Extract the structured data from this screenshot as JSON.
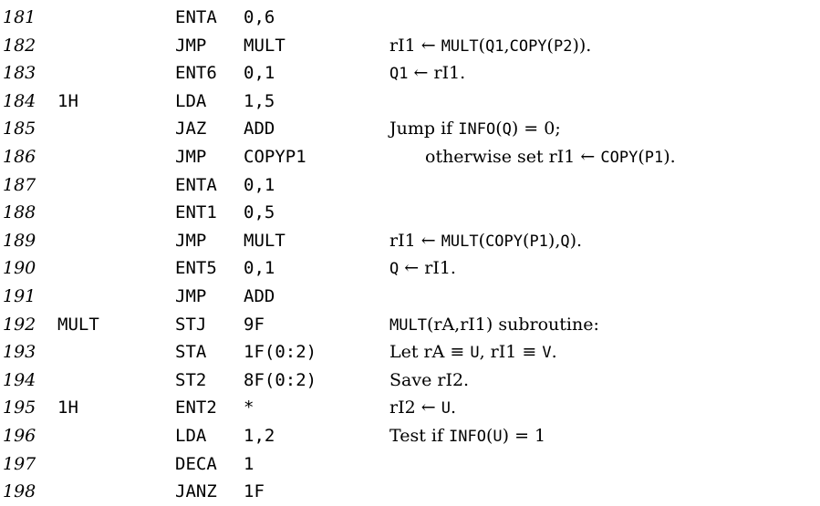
{
  "lines": [
    {
      "num": "181",
      "label": "",
      "op": "ENTA",
      "addr": "0,6",
      "comment": ""
    },
    {
      "num": "182",
      "label": "",
      "op": "JMP",
      "addr": "MULT",
      "comment": "rI1 ← MULT(Q1,COPY(P2))."
    },
    {
      "num": "183",
      "label": "",
      "op": "ENT6",
      "addr": "0,1",
      "comment": "Q1 ← rI1."
    },
    {
      "num": "184",
      "label": "1H",
      "op": "LDA",
      "addr": "1,5",
      "comment": ""
    },
    {
      "num": "185",
      "label": "",
      "op": "JAZ",
      "addr": "ADD",
      "comment": "Jump if INFO(Q) = 0;"
    },
    {
      "num": "186",
      "label": "",
      "op": "JMP",
      "addr": "COPYP1",
      "comment": "otherwise set rI1 ← COPY(P1)."
    },
    {
      "num": "187",
      "label": "",
      "op": "ENTA",
      "addr": "0,1",
      "comment": ""
    },
    {
      "num": "188",
      "label": "",
      "op": "ENT1",
      "addr": "0,5",
      "comment": ""
    },
    {
      "num": "189",
      "label": "",
      "op": "JMP",
      "addr": "MULT",
      "comment": "rI1 ← MULT(COPY(P1),Q)."
    },
    {
      "num": "190",
      "label": "",
      "op": "ENT5",
      "addr": "0,1",
      "comment": "Q ← rI1."
    },
    {
      "num": "191",
      "label": "",
      "op": "JMP",
      "addr": "ADD",
      "comment": ""
    },
    {
      "num": "192",
      "label": "MULT",
      "op": "STJ",
      "addr": "9F",
      "comment": "MULT(rA,rI1) subroutine:"
    },
    {
      "num": "193",
      "label": "",
      "op": "STA",
      "addr": "1F(0:2)",
      "comment": "Let rA ≡ U, rI1 ≡ V."
    },
    {
      "num": "194",
      "label": "",
      "op": "ST2",
      "addr": "8F(0:2)",
      "comment": "Save rI2."
    },
    {
      "num": "195",
      "label": "1H",
      "op": "ENT2",
      "addr": "*",
      "comment": "rI2 ← U."
    },
    {
      "num": "196",
      "label": "",
      "op": "LDA",
      "addr": "1,2",
      "comment": "Test if INFO(U) = 1"
    },
    {
      "num": "197",
      "label": "",
      "op": "DECA",
      "addr": "1",
      "comment": ""
    },
    {
      "num": "198",
      "label": "",
      "op": "JANZ",
      "addr": "1F",
      "comment": ""
    }
  ]
}
